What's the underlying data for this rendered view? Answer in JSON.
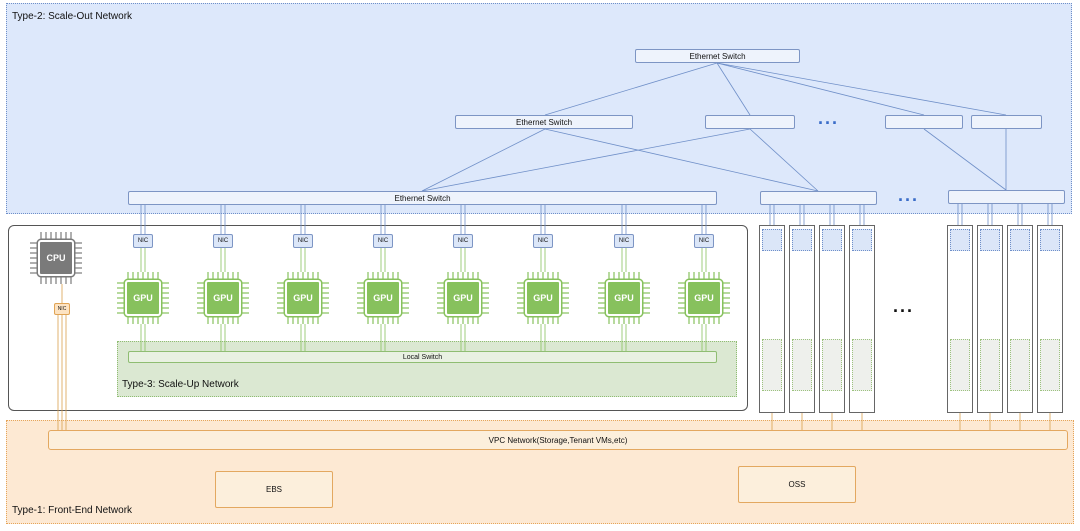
{
  "regions": {
    "scale_out": "Type-2: Scale-Out Network",
    "scale_up": "Type-3: Scale-Up Network",
    "front_end": "Type-1: Front-End Network"
  },
  "switches": {
    "core": "Ethernet Switch",
    "aggregation": "Ethernet Switch",
    "leaf": "Ethernet Switch"
  },
  "local_switch": "Local Switch",
  "vpc_network": "VPC Network(Storage,Tenant VMs,etc)",
  "storage": {
    "ebs": "EBS",
    "oss": "OSS"
  },
  "node": {
    "cpu": "CPU",
    "cpu_nic": "NIC",
    "gpus": [
      "GPU",
      "GPU",
      "GPU",
      "GPU",
      "GPU",
      "GPU",
      "GPU",
      "GPU"
    ],
    "nics": [
      "NIC",
      "NIC",
      "NIC",
      "NIC",
      "NIC",
      "NIC",
      "NIC",
      "NIC"
    ]
  },
  "ellipsis": {
    "blue": "...",
    "black": "..."
  },
  "colors": {
    "scale_out_bg": "#dde8fb",
    "front_end_bg": "#fde9d3",
    "scale_up_bg": "#dbe8d2",
    "gpu": "#87c15d",
    "cpu": "#7a7a7a",
    "blue_link": "#6f8fc8",
    "orange_link": "#d9a04e"
  }
}
